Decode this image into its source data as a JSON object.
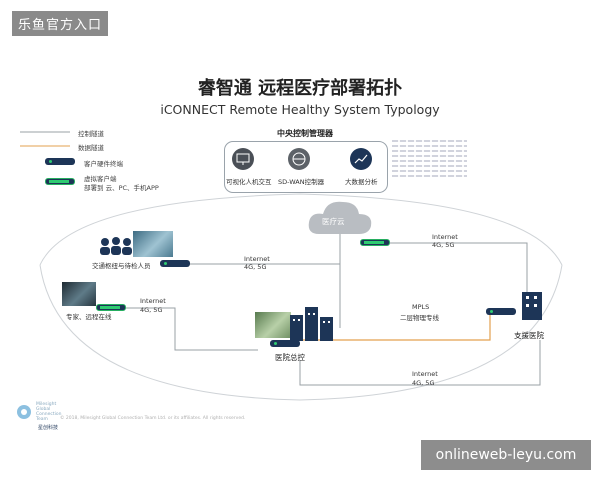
{
  "watermark_top": "乐鱼官方入口",
  "watermark_bottom": "onlineweb-leyu.com",
  "title": "睿智通 远程医疗部署拓扑",
  "subtitle": "iCONNECT Remote Healthy System Typology",
  "legend": {
    "control_tunnel": "控制隧道",
    "data_tunnel": "数据隧道",
    "hardware_terminal": "客户硬件终端",
    "virtual_client_line1": "虚拟客户端",
    "virtual_client_line2": "部署到 云、PC、手机APP"
  },
  "central_control": {
    "title": "中央控制管理器",
    "items": [
      {
        "label": "可视化人机交互",
        "icon": "monitor-icon"
      },
      {
        "label": "SD-WAN控制器",
        "icon": "globe-icon"
      },
      {
        "label": "大数据分析",
        "icon": "chart-icon"
      }
    ]
  },
  "nodes": {
    "cloud": "医疗云",
    "transport": "交通枢纽与待检人员",
    "expert": "专家、远程在线",
    "hq": "医院总控",
    "support": "支援医院"
  },
  "links": {
    "cloud_support": [
      "Internet",
      "4G, 5G"
    ],
    "transport_link": [
      "Internet",
      "4G, 5G"
    ],
    "expert_link": [
      "Internet",
      "4G, 5G"
    ],
    "mpls": [
      "MPLS",
      "二层物理专线"
    ],
    "bottom_link": [
      "Internet",
      "4G, 5G"
    ]
  },
  "footer": {
    "logo_line1": "Milesight",
    "logo_line2": "Global",
    "logo_line3": "Connection",
    "logo_line4": "Team",
    "logo_cn": "星创科技",
    "copyright": "© 2018, Milesight Global Connection Team Ltd. or its affiliates. All rights reserved."
  },
  "colors": {
    "mpls_line": "#e3a04f",
    "link_line": "#9aa0a6",
    "hardware": "#1d3557",
    "virtual": "#2ecc71"
  }
}
